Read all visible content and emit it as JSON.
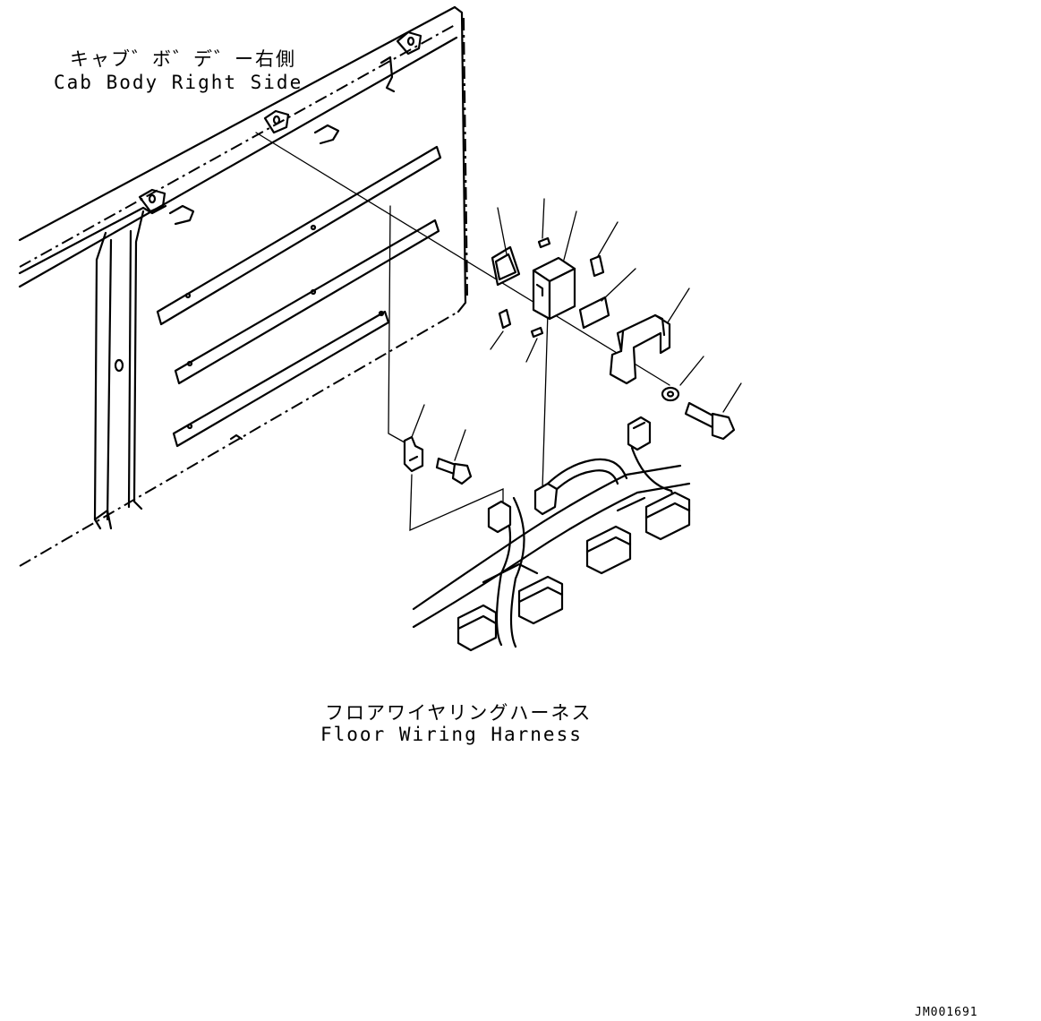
{
  "labels": {
    "cab_body_jp": "キャブ゛ボ゛デ゛ー右側",
    "cab_body_en": "Cab Body Right Side",
    "floor_harness_jp": "フロアワイヤリングハーネス",
    "floor_harness_en": "Floor Wiring Harness"
  },
  "drawing_number": "JM001691"
}
